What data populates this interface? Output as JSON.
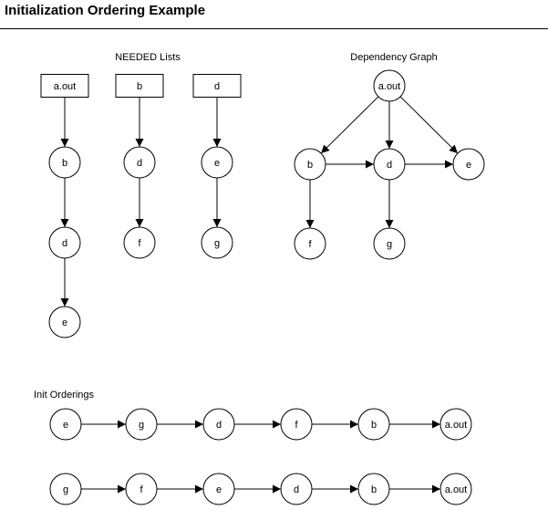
{
  "title": "Initialization Ordering Example",
  "needed_lists": {
    "heading": "NEEDED Lists",
    "columns": [
      {
        "head": "a.out",
        "items": [
          "b",
          "d",
          "e"
        ]
      },
      {
        "head": "b",
        "items": [
          "d",
          "f"
        ]
      },
      {
        "head": "d",
        "items": [
          "e",
          "g"
        ]
      }
    ]
  },
  "dependency_graph": {
    "heading": "Dependency Graph",
    "nodes": [
      "a.out",
      "b",
      "d",
      "e",
      "f",
      "g"
    ],
    "edges": [
      [
        "a.out",
        "b"
      ],
      [
        "a.out",
        "d"
      ],
      [
        "a.out",
        "e"
      ],
      [
        "b",
        "d"
      ],
      [
        "d",
        "e"
      ],
      [
        "b",
        "f"
      ],
      [
        "d",
        "g"
      ]
    ]
  },
  "init_orderings": {
    "heading": "Init Orderings",
    "orderings": [
      [
        "e",
        "g",
        "d",
        "f",
        "b",
        "a.out"
      ],
      [
        "g",
        "f",
        "e",
        "d",
        "b",
        "a.out"
      ]
    ]
  },
  "colors": {
    "stroke": "#000000",
    "background": "#ffffff"
  }
}
